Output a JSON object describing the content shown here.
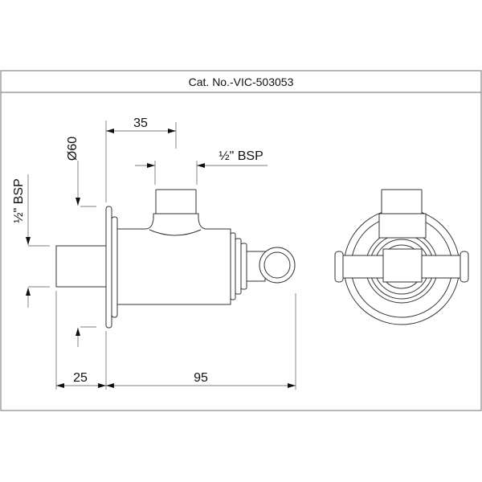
{
  "title": "Cat. No.-VIC-503053",
  "dimensions": {
    "top_offset": "35",
    "flange_diameter": "Ø60",
    "outlet_thread": "½\" BSP",
    "inlet_thread": "½\" BSP",
    "inlet_length": "25",
    "body_length": "95"
  }
}
